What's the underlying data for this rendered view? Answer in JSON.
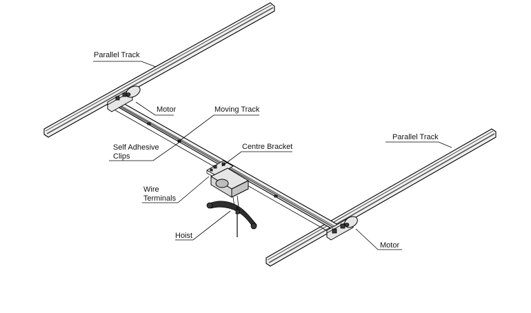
{
  "labels": {
    "parallel_track_top": "Parallel Track",
    "motor_top": "Motor",
    "moving_track": "Moving Track",
    "self_adhesive_line1": "Self Adhesive",
    "self_adhesive_line2": "Clips",
    "centre_bracket": "Centre Bracket",
    "parallel_track_right": "Parallel Track",
    "wire_terminals_line1": "Wire",
    "wire_terminals_line2": "Terminals",
    "hoist": "Hoist",
    "motor_bottom": "Motor"
  }
}
